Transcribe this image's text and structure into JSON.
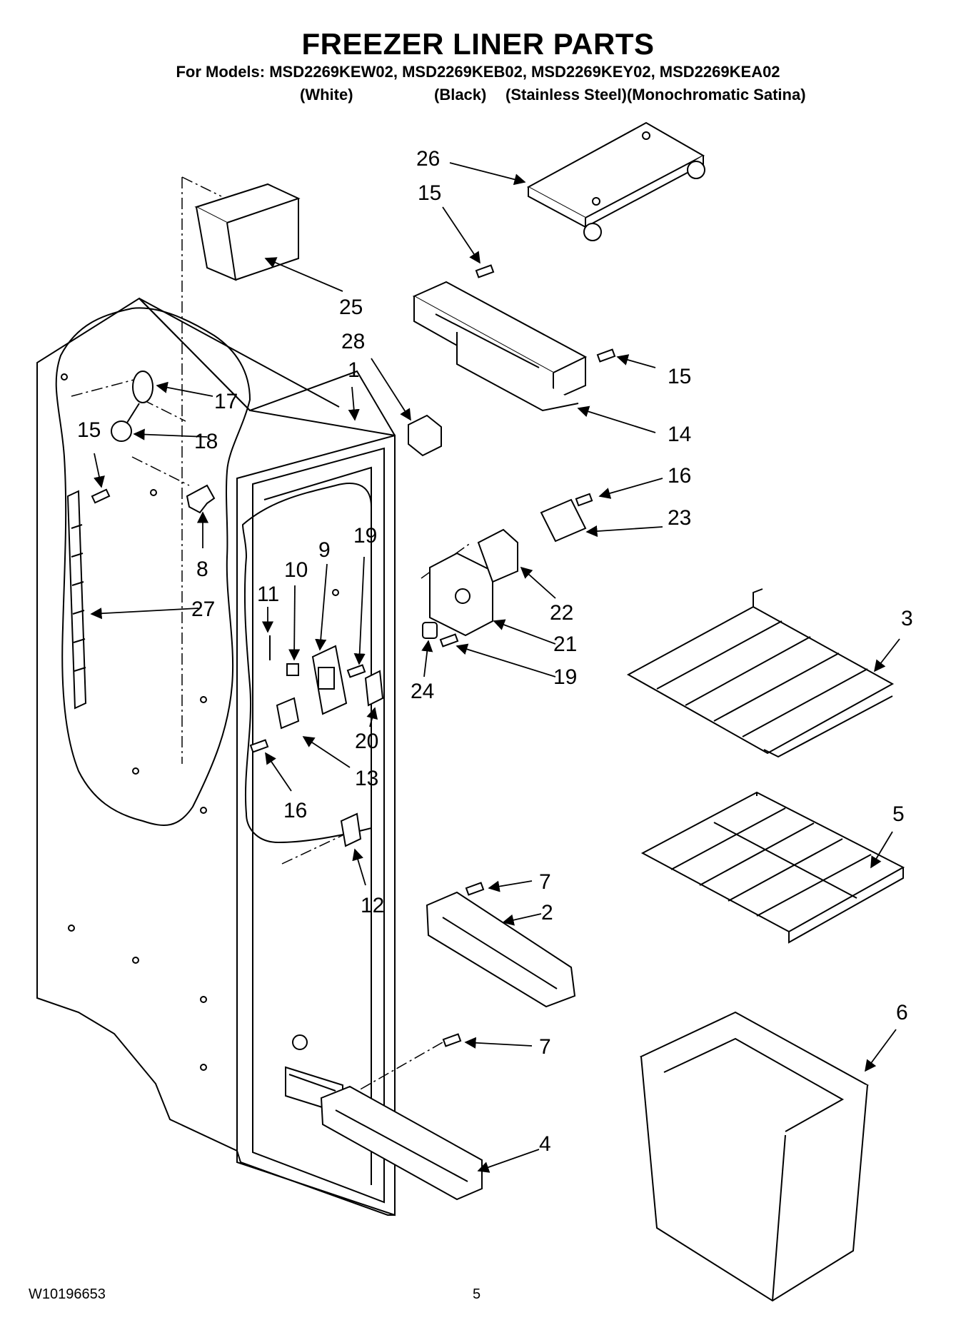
{
  "header": {
    "title": "FREEZER LINER PARTS",
    "models_line": "For Models: MSD2269KEW02, MSD2269KEB02, MSD2269KEY02, MSD2269KEA02",
    "finishes": [
      "(White)",
      "(Black)",
      "(Stainless Steel)(Monochromatic Satina)"
    ]
  },
  "callouts": [
    "26",
    "15",
    "25",
    "28",
    "1",
    "17",
    "15",
    "18",
    "15",
    "14",
    "8",
    "16",
    "23",
    "11",
    "10",
    "9",
    "19",
    "22",
    "27",
    "3",
    "24",
    "21",
    "19",
    "20",
    "13",
    "16",
    "5",
    "7",
    "2",
    "12",
    "6",
    "7",
    "4"
  ],
  "footer": {
    "doc_number": "W10196653",
    "page_number": "5"
  }
}
